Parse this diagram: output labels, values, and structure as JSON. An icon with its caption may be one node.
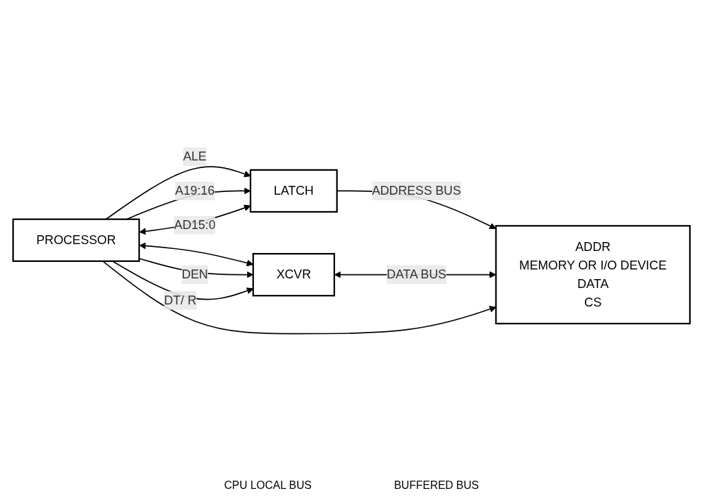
{
  "diagram": {
    "nodes": [
      {
        "text": [
          "PROCESSOR"
        ]
      },
      {
        "text": [
          "LATCH"
        ]
      },
      {
        "text": [
          "XCVR"
        ]
      },
      {
        "text": [
          "ADDR",
          "MEMORY OR I/O DEVICE",
          "DATA",
          "CS"
        ]
      }
    ],
    "edges": [
      {
        "from": 0,
        "to": 1,
        "arrow": "to",
        "label": "ALE"
      },
      {
        "from": 0,
        "to": 1,
        "arrow": "to",
        "label": "A19:16"
      },
      {
        "from": 0,
        "to": 1,
        "arrow": "both",
        "label": "AD15:0"
      },
      {
        "from": 0,
        "to": 2,
        "arrow": "both"
      },
      {
        "from": 0,
        "to": 2,
        "arrow": "to",
        "label": "DEN"
      },
      {
        "from": 0,
        "to": 2,
        "arrow": "to",
        "label": "DT/ R"
      },
      {
        "from": 1,
        "to": 3,
        "arrow": "to",
        "label": "ADDRESS BUS"
      },
      {
        "from": 2,
        "to": 3,
        "arrow": "both",
        "label": "DATA BUS"
      },
      {
        "from": 0,
        "to": 3,
        "arrow": "to"
      }
    ],
    "labels": [
      "CPU LOCAL BUS",
      "BUFFERED BUS"
    ]
  }
}
